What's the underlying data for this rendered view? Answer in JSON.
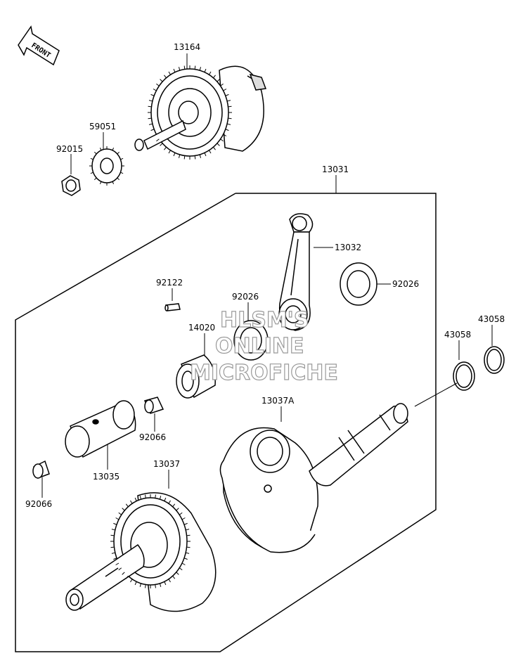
{
  "front_arrow": {
    "text": "FRONT"
  },
  "watermark": {
    "line1": "HLSM'S",
    "line2": "ONLINE",
    "line3": "MICROFICHE"
  },
  "labels": {
    "p13164": "13164",
    "p59051": "59051",
    "p92015": "92015",
    "p13031": "13031",
    "p13032": "13032",
    "p92026a": "92026",
    "p92026b": "92026",
    "p92122": "92122",
    "p14020": "14020",
    "p43058a": "43058",
    "p43058b": "43058",
    "p13037A": "13037A",
    "p92066a": "92066",
    "p13035": "13035",
    "p13037": "13037",
    "p92066b": "92066"
  }
}
